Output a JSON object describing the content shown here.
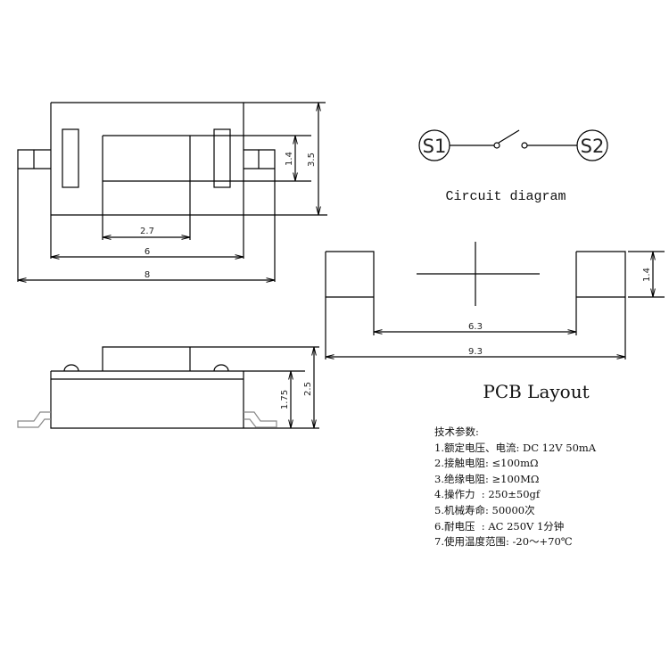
{
  "top_view": {
    "dim_width_inner": "2.7",
    "dim_width_body": "6",
    "dim_width_total": "8",
    "dim_height_inner": "1.4",
    "dim_height_body": "3.5"
  },
  "side_view": {
    "dim_body_height": "1.75",
    "dim_total_height": "2.5"
  },
  "circuit": {
    "terminal_1": "S1",
    "terminal_2": "S2",
    "caption": "Circuit diagram"
  },
  "pcb": {
    "dim_inner": "6.3",
    "dim_total": "9.3",
    "dim_pad_height": "1.4",
    "caption": "PCB Layout"
  },
  "specs": {
    "title": "技术参数:",
    "items": [
      "1.额定电压、电流: DC 12V 50mA",
      "2.接触电阻: ≤100mΩ",
      "3.绝缘电阻: ≥100MΩ",
      "4.操作力  : 250±50gf",
      "5.机械寿命: 50000次",
      "6.耐电压  : AC 250V 1分钟",
      "7.使用温度范围: -20～+70℃"
    ]
  }
}
